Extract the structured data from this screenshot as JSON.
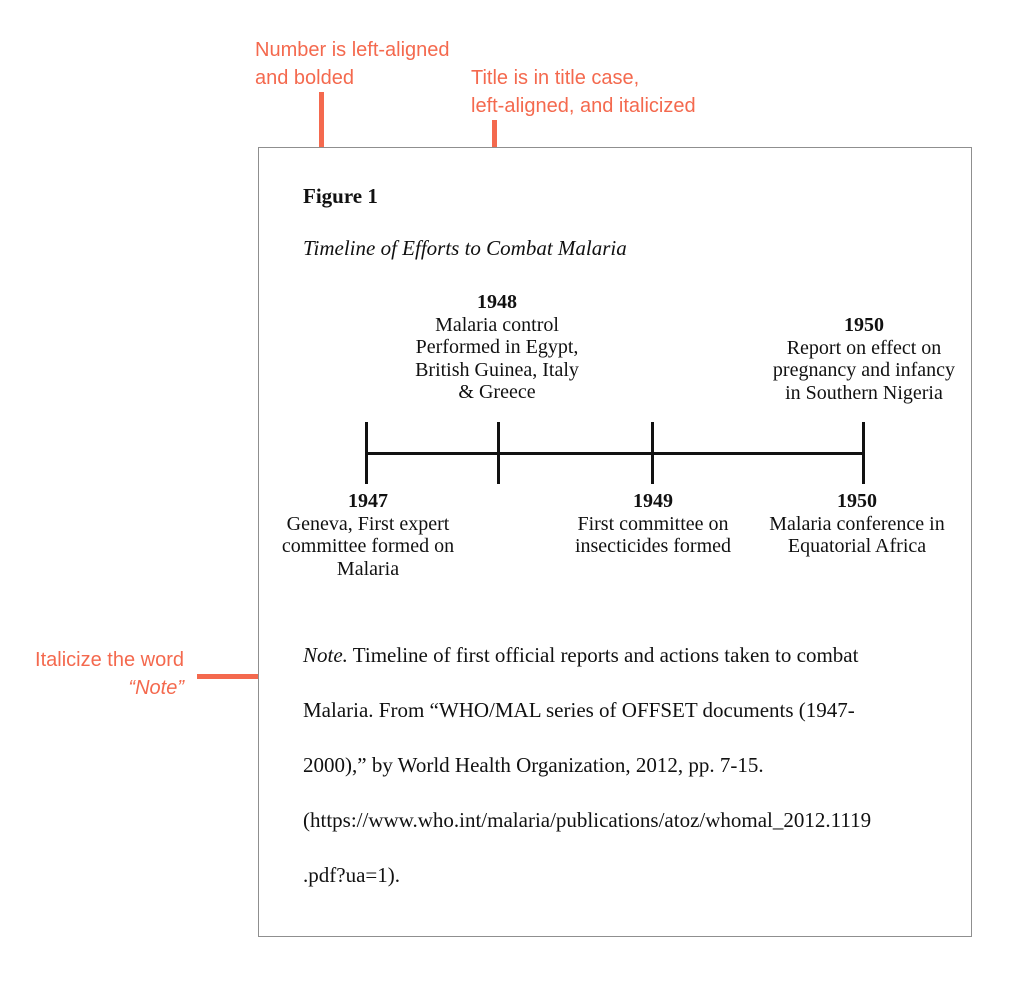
{
  "colors": {
    "accent": "#F4694E",
    "text": "#111111",
    "box_border": "#8f8f8f"
  },
  "annotations": {
    "number_rule": {
      "line1": "Number is left-aligned",
      "line2": "and bolded"
    },
    "title_rule": {
      "line1": "Title is in title case,",
      "line2": "left-aligned, and italicized"
    },
    "note_rule": {
      "line1": "Italicize the word",
      "quote_open": "“",
      "word": "Note",
      "quote_close": "”"
    }
  },
  "figure": {
    "number": "Figure 1",
    "title": "Timeline of Efforts to Combat Malaria",
    "note": {
      "label": "Note.",
      "lines": [
        "Timeline of first official reports and actions taken to combat",
        "Malaria. From “WHO/MAL series of OFFSET documents (1947-",
        "2000),” by World Health Organization, 2012, pp. 7-15.",
        "(https://www.who.int/malaria/publications/atoz/whomal_2012.1119",
        ".pdf?ua=1)."
      ]
    }
  },
  "timeline": {
    "events_top": [
      {
        "year": "1948",
        "lines": [
          "Malaria control",
          "Performed in Egypt,",
          "British Guinea, Italy",
          "& Greece"
        ]
      },
      {
        "year": "1950",
        "lines": [
          "Report on effect on",
          "pregnancy and infancy",
          "in Southern Nigeria"
        ]
      }
    ],
    "events_bottom": [
      {
        "year": "1947",
        "lines": [
          "Geneva, First expert",
          "committee formed on",
          "Malaria"
        ]
      },
      {
        "year": "1949",
        "lines": [
          "First committee on",
          "insecticides formed"
        ]
      },
      {
        "year": "1950",
        "lines": [
          "Malaria conference in",
          "Equatorial Africa"
        ]
      }
    ]
  }
}
